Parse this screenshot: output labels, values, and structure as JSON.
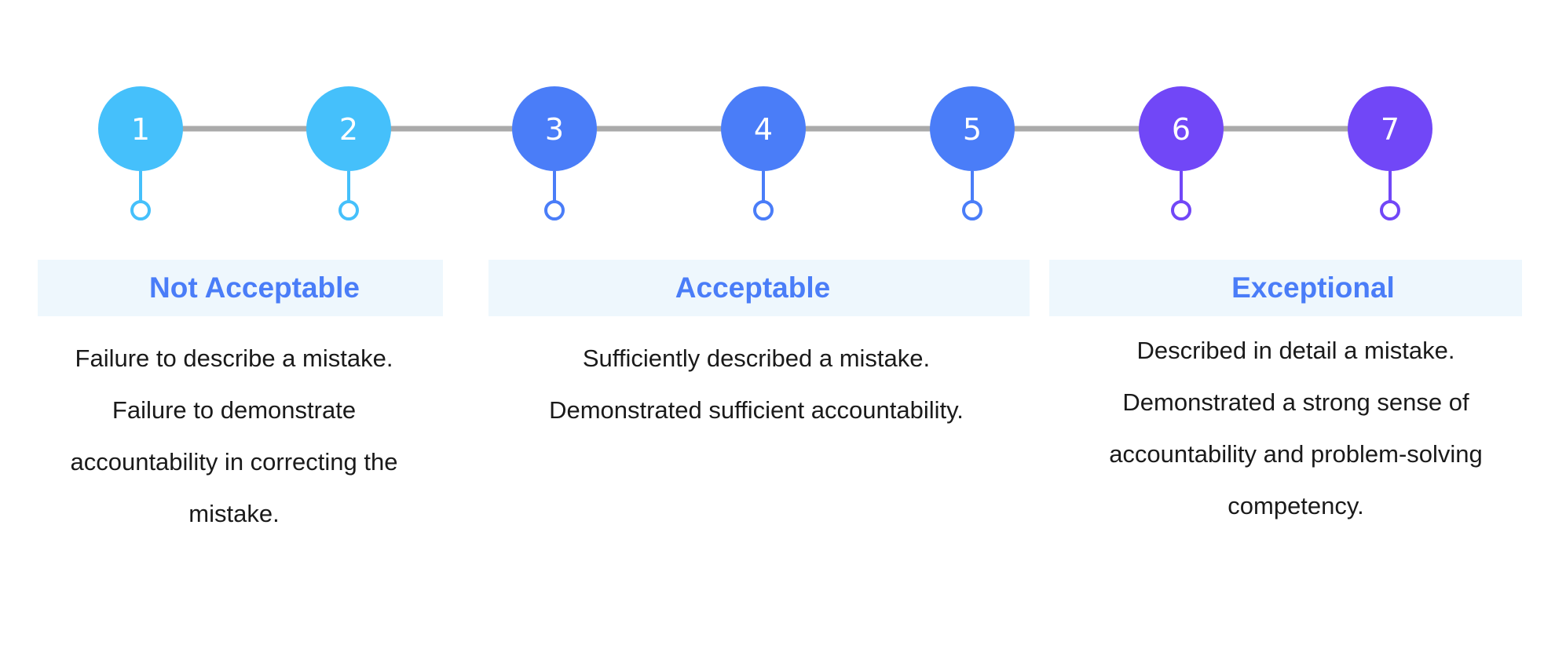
{
  "steps": [
    {
      "label": "1",
      "color": "#45c0fb"
    },
    {
      "label": "2",
      "color": "#45c0fb"
    },
    {
      "label": "3",
      "color": "#4a7df8"
    },
    {
      "label": "4",
      "color": "#4a7df8"
    },
    {
      "label": "5",
      "color": "#4a7df8"
    },
    {
      "label": "6",
      "color": "#7147f7"
    },
    {
      "label": "7",
      "color": "#7147f7"
    }
  ],
  "connector_color": "#aaaaaa",
  "band_color": "#eef7fd",
  "title_color": "#4a7df8",
  "categories": [
    {
      "title": "Not Acceptable",
      "lines": [
        "Failure to describe a mistake.",
        "Failure to demonstrate",
        "accountability in correcting the",
        "mistake."
      ]
    },
    {
      "title": "Acceptable",
      "lines": [
        "Sufficiently described a mistake.",
        "Demonstrated sufficient accountability."
      ]
    },
    {
      "title": "Exceptional",
      "lines": [
        "Described in detail a mistake.",
        "Demonstrated a strong sense of",
        "accountability and problem-solving",
        "competency."
      ]
    }
  ]
}
